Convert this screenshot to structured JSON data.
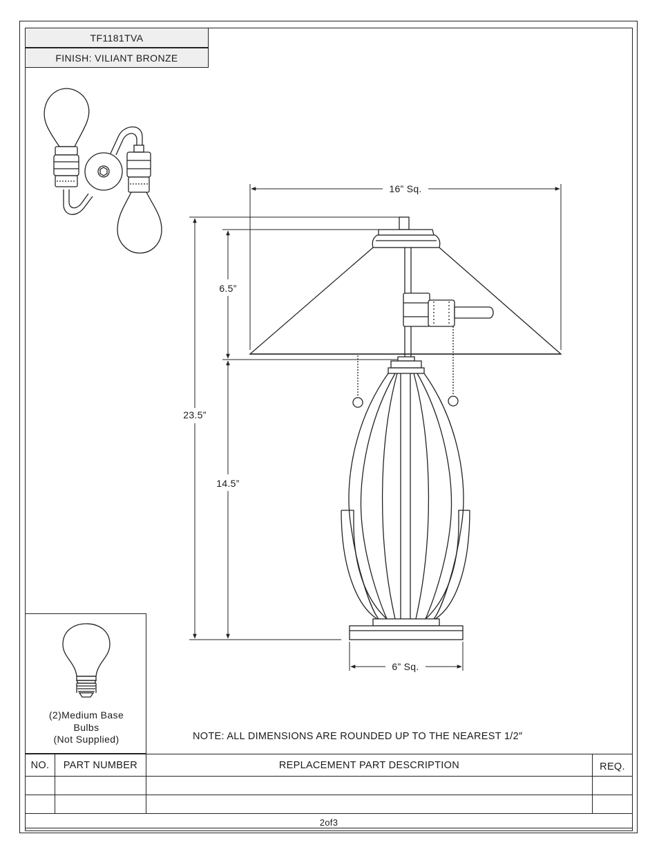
{
  "header": {
    "model": "TF1181TVA",
    "finish": "FINISH: VILIANT BRONZE"
  },
  "dimensions": {
    "width_top": "16” Sq.",
    "shade_height": "6.5”",
    "overall_height": "23.5”",
    "base_height": "14.5”",
    "base_width": "6” Sq."
  },
  "bulb_info": {
    "line1": "(2)Medium Base",
    "line2": "Bulbs",
    "line3": "(Not Supplied)"
  },
  "note": "NOTE:  ALL DIMENSIONS ARE ROUNDED UP TO THE NEAREST  1/2″",
  "parts_table": {
    "headers": [
      "NO.",
      "PART NUMBER",
      "REPLACEMENT PART DESCRIPTION",
      "REQ."
    ],
    "rows": [
      [
        "",
        "",
        "",
        ""
      ],
      [
        "",
        "",
        "",
        ""
      ]
    ]
  },
  "footer": {
    "page": "2of3"
  }
}
